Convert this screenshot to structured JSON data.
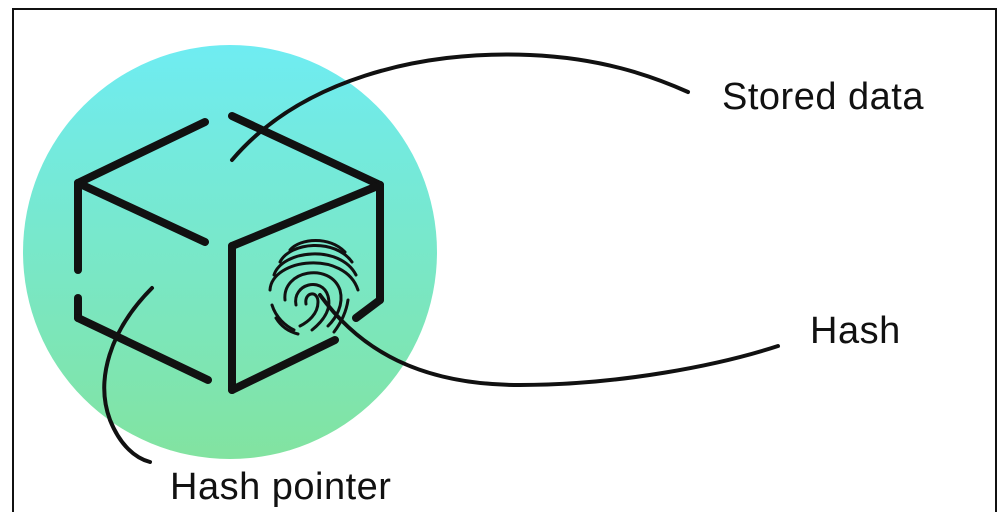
{
  "labels": {
    "stored_data": "Stored data",
    "hash": "Hash",
    "hash_pointer": "Hash pointer"
  },
  "colors": {
    "circle_top": "#6fecef",
    "circle_bottom": "#7fe0a0",
    "stroke": "#111111"
  },
  "icons": [
    "cube-icon",
    "fingerprint-icon"
  ]
}
